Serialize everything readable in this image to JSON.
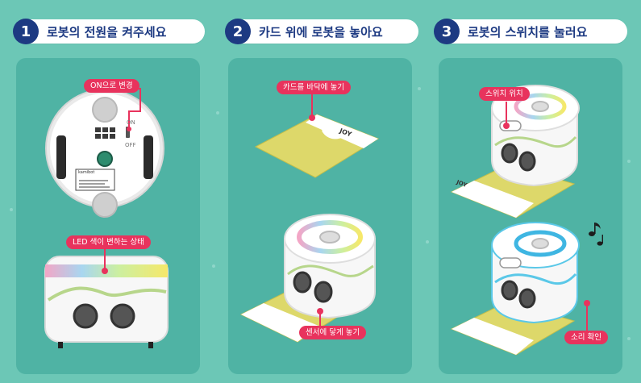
{
  "steps": [
    {
      "number": "1",
      "title": "로봇의 전원을 켜주세요"
    },
    {
      "number": "2",
      "title": "카드 위에 로봇을 놓아요"
    },
    {
      "number": "3",
      "title": "로봇의 스위치를 눌러요"
    }
  ],
  "panel1": {
    "callout_power": "ON으로 변경",
    "callout_led": "LED 색이 변하는 상태",
    "switch_on": "ON",
    "switch_off": "OFF",
    "label_brand": "kamibot"
  },
  "panel2": {
    "callout_card": "카드를 바닥에 놓기",
    "callout_sensor": "센서에 닿게 놓기",
    "card_text": "JOY"
  },
  "panel3": {
    "callout_switch": "스위치 위치",
    "callout_sound": "소리 확인",
    "card_text": "JOY"
  },
  "colors": {
    "background": "#6cc7b6",
    "panel": "#4fb3a4",
    "accent": "#e8335d",
    "step_number": "#1d3a82",
    "card": "#ddd86a"
  }
}
